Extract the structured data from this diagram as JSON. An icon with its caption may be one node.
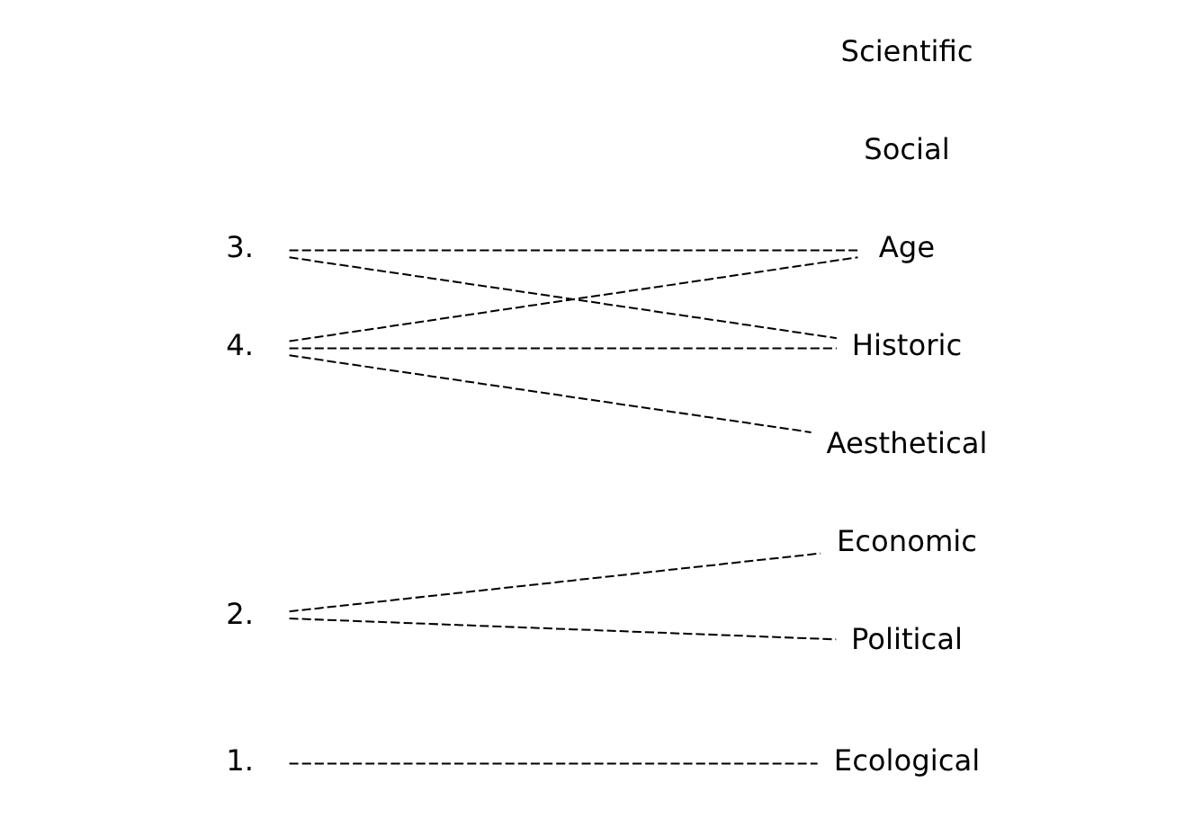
{
  "diagram": {
    "nodes": [
      {
        "text": [
          "1."
        ]
      },
      {
        "text": [
          "2."
        ]
      },
      {
        "text": [
          "3."
        ]
      },
      {
        "text": [
          "4."
        ]
      },
      {
        "text": [
          "Economic"
        ]
      },
      {
        "text": [
          "Political"
        ]
      },
      {
        "text": [
          "Historic"
        ]
      },
      {
        "text": [
          "Aesthetical"
        ]
      },
      {
        "text": [
          "Age"
        ]
      },
      {
        "text": [
          "Ecological"
        ]
      }
    ],
    "edges": [
      {
        "from": 0,
        "to": 9,
        "arrow": "none",
        "style": "dashed"
      },
      {
        "from": 1,
        "to": 4,
        "arrow": "none",
        "style": "dashed"
      },
      {
        "from": 1,
        "to": 5,
        "arrow": "none",
        "style": "dashed"
      },
      {
        "from": 2,
        "to": 6,
        "arrow": "none",
        "style": "dashed"
      },
      {
        "from": 2,
        "to": 8,
        "arrow": "none",
        "style": "dashed"
      },
      {
        "from": 3,
        "to": 6,
        "arrow": "none",
        "style": "dashed"
      },
      {
        "from": 3,
        "to": 7,
        "arrow": "none",
        "style": "dashed"
      },
      {
        "from": 3,
        "to": 8,
        "arrow": "none",
        "style": "dashed"
      }
    ],
    "labels": [
      "Social",
      "Scientific"
    ]
  }
}
